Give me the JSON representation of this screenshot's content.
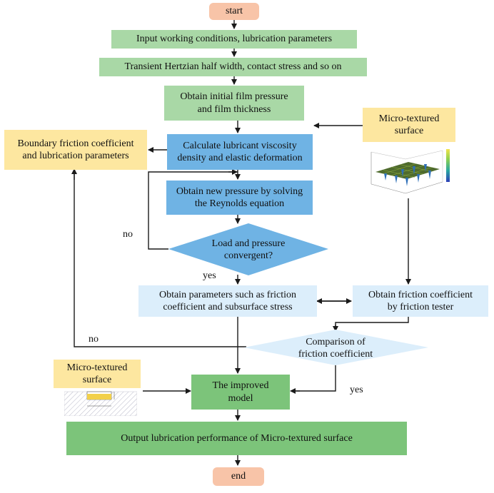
{
  "colors": {
    "terminal": "#f8c4a8",
    "process_green": "#a9d8a6",
    "output_green": "#7cc47a",
    "process_blue": "#6fb3e4",
    "process_light_blue": "#dceefb",
    "note_yellow": "#fde7a0",
    "line": "#1a1a1a"
  },
  "nodes": {
    "start": "start",
    "input": "Input working conditions,  lubrication parameters",
    "hertz": "Transient Hertzian half width,  contact stress and so on",
    "initial": "Obtain initial film pressure\nand film thickness",
    "viscosity": "Calculate lubricant viscosity\ndensity and elastic deformation",
    "reynolds": "Obtain new pressure by solving\nthe Reynolds equation",
    "converge": "Load and pressure\nconvergent?",
    "friction_params": "Obtain parameters such as friction\ncoefficient and subsurface stress",
    "tester": "Obtain friction coefficient\nby friction tester",
    "comparison": "Comparison of\nfriction coefficient",
    "improved": "The improved\nmodel",
    "output": "Output lubrication performance of Micro-textured surface",
    "end": "end",
    "boundary": "Boundary friction coefficient\nand lubrication parameters",
    "micro_right": "Micro-textured\nsurface",
    "micro_left": "Micro-textured\nsurface"
  },
  "edge_labels": {
    "no_inner": "no",
    "yes_converge": "yes",
    "no_outer": "no",
    "yes_compare": "yes"
  },
  "icons": {
    "surface_plot": "3d-surface-plot-icon",
    "texture_section": "texture-cross-section-icon"
  }
}
